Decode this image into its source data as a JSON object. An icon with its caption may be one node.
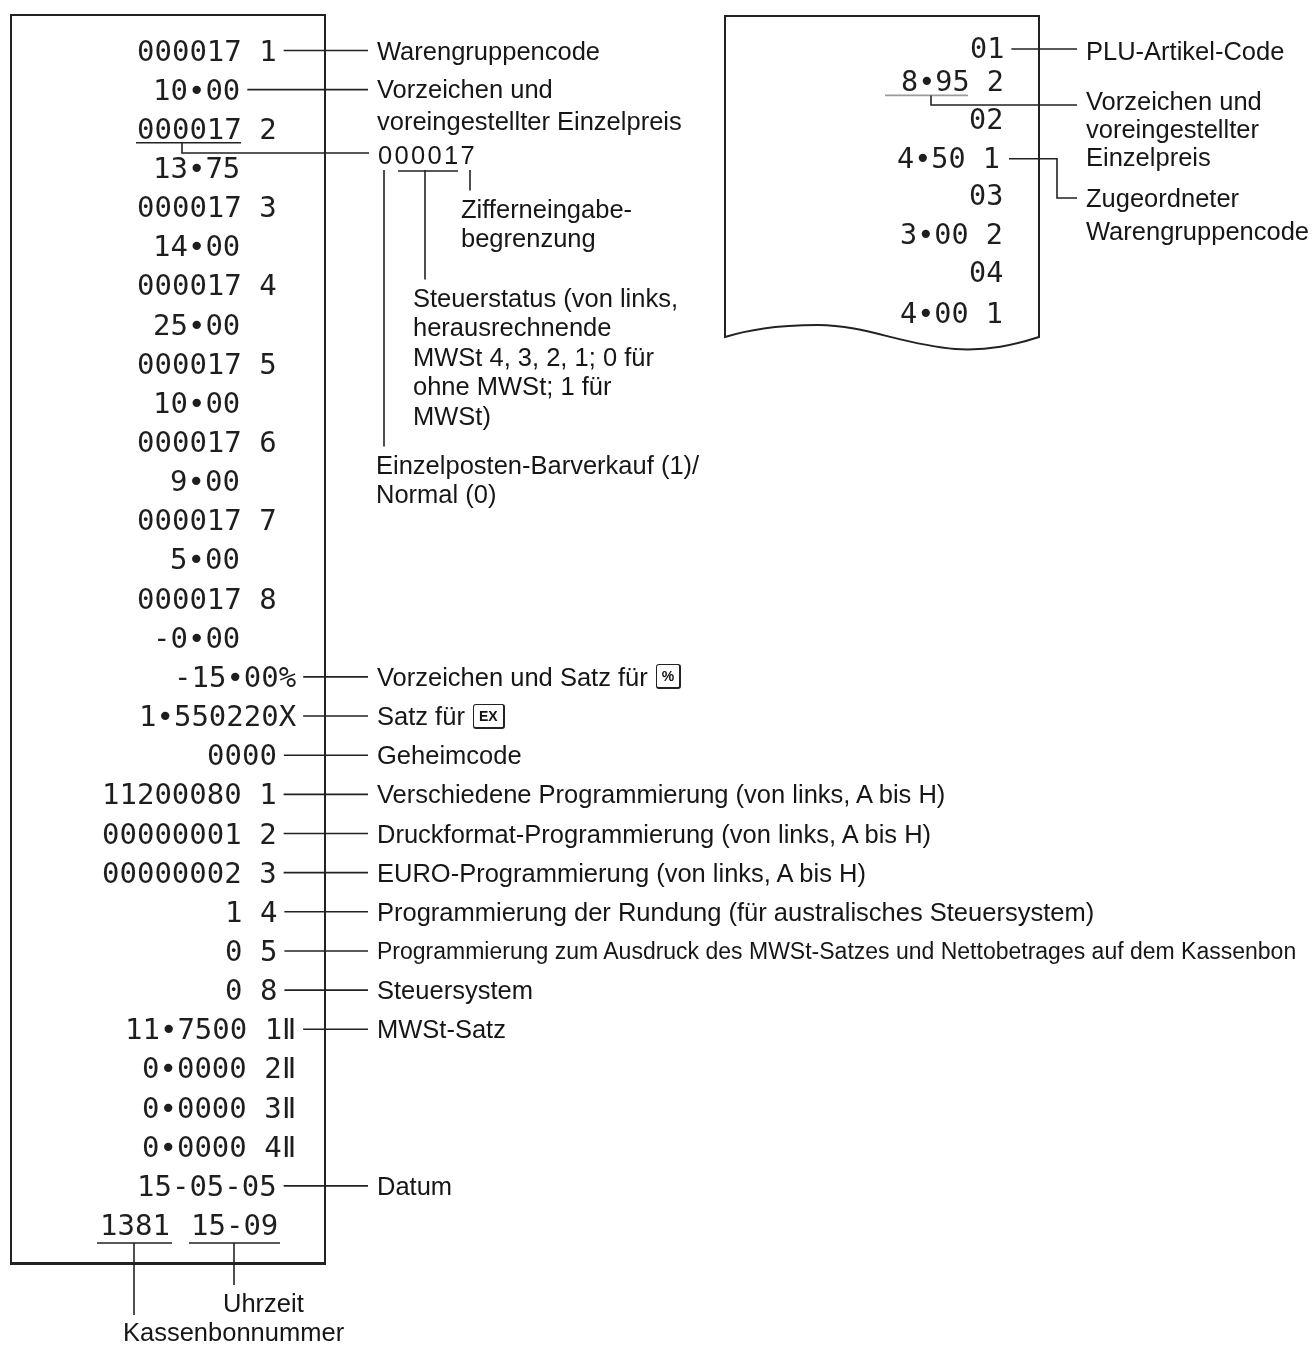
{
  "diagram": {
    "nodes": [
      {
        "text": [
          "13•75",
          "000017 3",
          "14•00",
          "000017 4",
          "25•00",
          "000017 5",
          "10•00",
          "000017 6",
          "9•00",
          "000017 7",
          "5•00",
          "000017 8",
          "-0•00",
          "0•0000 2Ⅱ",
          "0•0000 3Ⅱ",
          "0•0000 4Ⅱ"
        ]
      },
      {
        "text": [
          "000017 1"
        ],
        "in": 0
      },
      {
        "text": [
          "10•00"
        ],
        "in": 0
      },
      {
        "text": [
          "000017 2"
        ],
        "in": 0
      },
      {
        "text": [
          "-15•00%"
        ],
        "in": 0
      },
      {
        "text": [
          "1•550220X"
        ],
        "in": 0
      },
      {
        "text": [
          "0000"
        ],
        "in": 0
      },
      {
        "text": [
          "11200080 1"
        ],
        "in": 0
      },
      {
        "text": [
          "00000001 2"
        ],
        "in": 0
      },
      {
        "text": [
          "00000002 3"
        ],
        "in": 0
      },
      {
        "text": [
          "1 4"
        ],
        "in": 0
      },
      {
        "text": [
          "0 5"
        ],
        "in": 0
      },
      {
        "text": [
          "0 8"
        ],
        "in": 0
      },
      {
        "text": [
          "11•7500 1Ⅱ"
        ],
        "in": 0
      },
      {
        "text": [
          "15-05-05"
        ],
        "in": 0
      },
      {
        "text": [
          "1381"
        ],
        "in": 0
      },
      {
        "text": [
          "15-09"
        ],
        "in": 0
      },
      {
        "text": [
          "Warengruppencode"
        ]
      },
      {
        "text": [
          "Vorzeichen und voreingestellter Einzelpreis"
        ]
      },
      {
        "text": [
          "000017"
        ]
      },
      {
        "text": [
          "Zifferneingabe- begrenzung"
        ]
      },
      {
        "text": [
          "Steuerstatus (von links, herausrechnende MWSt 4, 3, 2, 1; 0 für ohne MWSt; 1 für MWSt)"
        ]
      },
      {
        "text": [
          "Einzelposten-Barverkauf (1)/ Normal (0)"
        ]
      },
      {
        "text": [
          "Vorzeichen und Satz für",
          "%"
        ]
      },
      {
        "text": [
          "Satz für",
          "EX"
        ]
      },
      {
        "text": [
          "Geheimcode"
        ]
      },
      {
        "text": [
          "Verschiedene Programmierung (von links, A bis H)"
        ]
      },
      {
        "text": [
          "Druckformat-Programmierung (von links, A bis H)"
        ]
      },
      {
        "text": [
          "EURO-Programmierung (von links, A bis H)"
        ]
      },
      {
        "text": [
          "Programmierung der Rundung (für australisches Steuersystem)"
        ]
      },
      {
        "text": [
          "Programmierung zum Ausdruck des MWSt-Satzes und Nettobetrages auf dem Kassenbon"
        ]
      },
      {
        "text": [
          "Steuersystem"
        ]
      },
      {
        "text": [
          "MWSt-Satz"
        ]
      },
      {
        "text": [
          "Datum"
        ]
      },
      {
        "text": [
          "Uhrzeit"
        ]
      },
      {
        "text": [
          "Kassenbonnummer"
        ]
      },
      {
        "text": [
          "02",
          "03",
          "3•00 2",
          "04",
          "4•00 1"
        ]
      },
      {
        "text": [
          "01"
        ],
        "in": 36
      },
      {
        "text": [
          "8•95 2"
        ],
        "in": 36
      },
      {
        "text": [
          "4•50 1"
        ],
        "in": 36
      },
      {
        "text": [
          "PLU-Artikel-Code"
        ]
      },
      {
        "text": [
          "Vorzeichen und voreingestellter Einzelpreis"
        ]
      },
      {
        "text": [
          "Zugeordneter Warengruppencode"
        ]
      }
    ],
    "edges": [
      {
        "from": 1,
        "to": 17,
        "arrow": "none"
      },
      {
        "from": 2,
        "to": 18,
        "arrow": "none"
      },
      {
        "from": 3,
        "to": 19,
        "arrow": "none"
      },
      {
        "from": 19,
        "to": 20,
        "arrow": "none"
      },
      {
        "from": 19,
        "to": 21,
        "arrow": "none"
      },
      {
        "from": 19,
        "to": 22,
        "arrow": "none"
      },
      {
        "from": 4,
        "to": 23,
        "arrow": "none"
      },
      {
        "from": 5,
        "to": 24,
        "arrow": "none"
      },
      {
        "from": 6,
        "to": 25,
        "arrow": "none"
      },
      {
        "from": 7,
        "to": 26,
        "arrow": "none"
      },
      {
        "from": 8,
        "to": 27,
        "arrow": "none"
      },
      {
        "from": 9,
        "to": 28,
        "arrow": "none"
      },
      {
        "from": 10,
        "to": 29,
        "arrow": "none"
      },
      {
        "from": 11,
        "to": 30,
        "arrow": "none"
      },
      {
        "from": 12,
        "to": 31,
        "arrow": "none"
      },
      {
        "from": 13,
        "to": 32,
        "arrow": "none"
      },
      {
        "from": 14,
        "to": 33,
        "arrow": "none"
      },
      {
        "from": 16,
        "to": 34,
        "arrow": "none"
      },
      {
        "from": 15,
        "to": 35,
        "arrow": "none"
      },
      {
        "from": 37,
        "to": 40,
        "arrow": "none"
      },
      {
        "from": 38,
        "to": 41,
        "arrow": "none"
      },
      {
        "from": 39,
        "to": 42,
        "arrow": "none"
      }
    ]
  }
}
